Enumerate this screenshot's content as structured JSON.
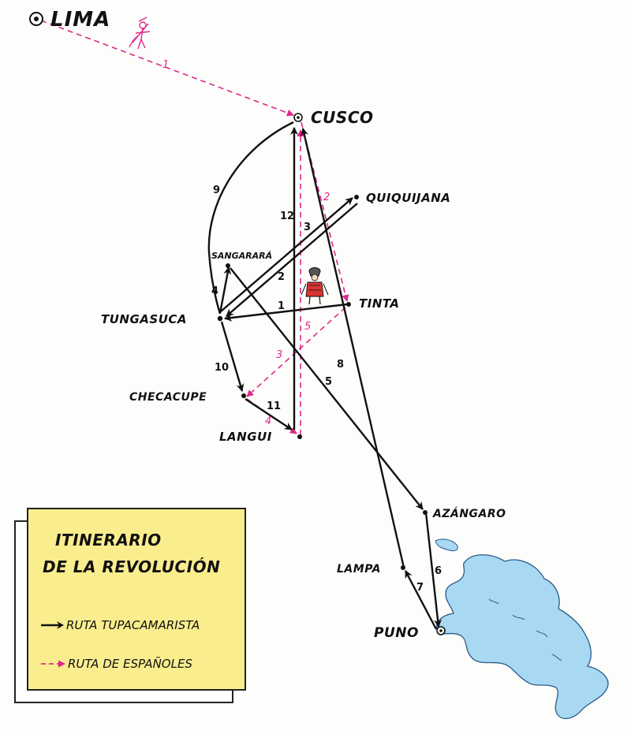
{
  "cities": {
    "lima": "LIMA",
    "cusco": "CUSCO",
    "quiquijana": "QUIQUIJANA",
    "sangarara": "SANGARARÁ",
    "tinta": "TINTA",
    "tungasuca": "TUNGASUCA",
    "checacupe": "CHECACUPE",
    "langui": "LANGUI",
    "azangaro": "AZÁNGARO",
    "lampa": "LAMPA",
    "puno": "PUNO"
  },
  "route_numbers": {
    "tupac": [
      "1",
      "2",
      "3",
      "4",
      "5",
      "6",
      "7",
      "8",
      "9",
      "10",
      "11",
      "12"
    ],
    "espanoles": [
      "1",
      "2",
      "3",
      "4",
      "5"
    ]
  },
  "legend": {
    "title_line1": "ITINERARIO",
    "title_line2": "DE LA REVOLUCIÓN",
    "tupac_label": "RUTA TUPACAMARISTA",
    "espanoles_label": "RUTA DE ESPAÑOLES"
  },
  "colors": {
    "tupac_route": "#111111",
    "espanoles_route": "#e0288c",
    "lake": "#a9d8f2",
    "legend_bg": "#faed8e"
  }
}
